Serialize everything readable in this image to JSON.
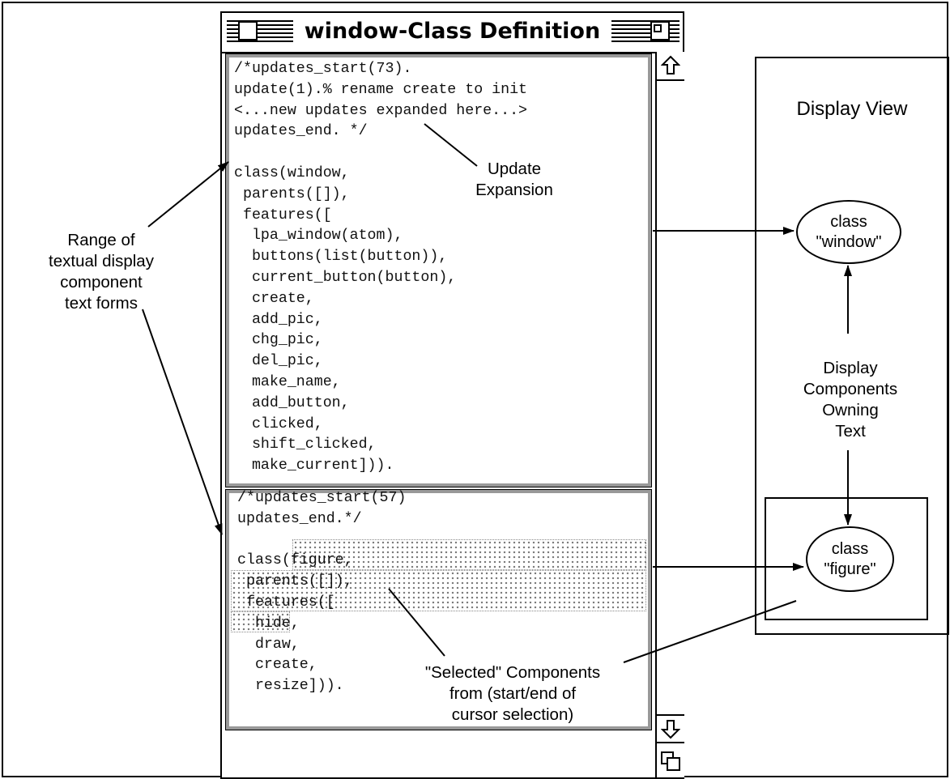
{
  "window": {
    "title": "window-Class Definition",
    "pane1_code": "/*updates_start(73).\nupdate(1).% rename create to init\n<...new updates expanded here...>\nupdates_end. */\n\nclass(window,\n parents([]),\n features([\n  lpa_window(atom),\n  buttons(list(button)),\n  current_button(button),\n  create,\n  add_pic,\n  chg_pic,\n  del_pic,\n  make_name,\n  add_button,\n  clicked,\n  shift_clicked,\n  make_current])).",
    "pane2_code": "/*updates_start(57)\nupdates_end.*/\n\nclass(figure,\n parents([]),\n features([\n  hide,\n  draw,\n  create,\n  resize]))."
  },
  "annotations": {
    "update_expansion": "Update\nExpansion",
    "range_label": "Range of\ntextual display\ncomponent\ntext forms",
    "display_components": "Display\nComponents\nOwning\nText",
    "selected_components": "\"Selected\" Components\nfrom (start/end of\ncursor selection)"
  },
  "display_view": {
    "title": "Display View",
    "window_node": {
      "line1": "class",
      "line2": "\"window\""
    },
    "figure_node": {
      "line1": "class",
      "line2": "\"figure\""
    }
  }
}
